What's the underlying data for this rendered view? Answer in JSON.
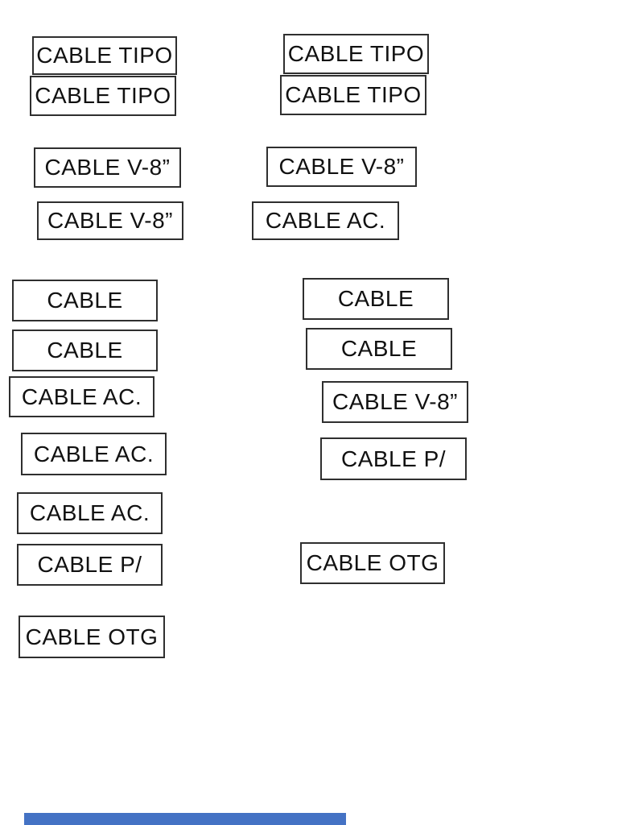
{
  "document": {
    "labels": {
      "left": [
        "CABLE TIPO",
        "CABLE TIPO",
        "CABLE V-8”",
        "CABLE V-8”",
        "CABLE",
        "CABLE",
        "CABLE AC.",
        "CABLE AC.",
        "CABLE AC.",
        "CABLE P/",
        "CABLE OTG"
      ],
      "right": [
        "CABLE TIPO",
        "CABLE TIPO",
        "CABLE V-8”",
        "CABLE AC.",
        "CABLE",
        "CABLE",
        "CABLE V-8”",
        "CABLE P/",
        "CABLE OTG"
      ]
    },
    "colors": {
      "page_background": "#ffffff",
      "box_border": "#2f2f2f",
      "text": "#111111",
      "accent_bar": "#4472C4"
    }
  }
}
